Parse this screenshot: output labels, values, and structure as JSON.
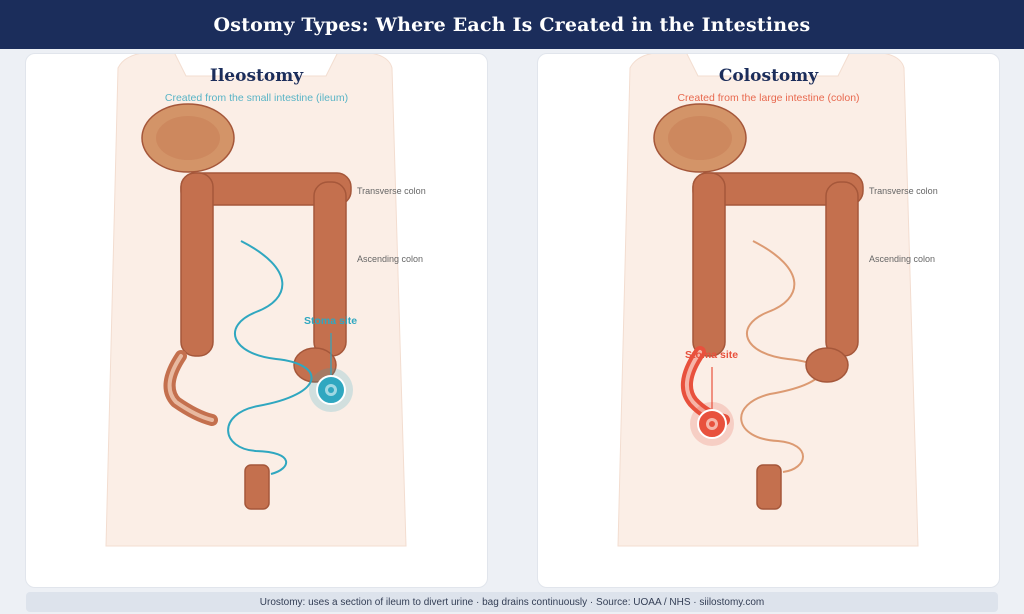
{
  "header": {
    "title": "Ostomy Types: Where Each Is Created in the Intestines"
  },
  "colors": {
    "header_bg": "#1b2d5b",
    "bowel": "#c4704e",
    "bowel_outline": "#a5573a",
    "stomach": "#d39468",
    "torso": "#fbeee6",
    "ileostomy_accent": "#2fa7c0",
    "colostomy_accent": "#e8513d",
    "small_intestine_colostomy": "#dc9a72"
  },
  "panels": {
    "ileostomy": {
      "title": "Ileostomy",
      "subtitle": "Created from the small intestine (ileum)",
      "label_transverse": "Transverse colon",
      "label_ascending": "Ascending colon",
      "label_stoma": "Stoma site"
    },
    "colostomy": {
      "title": "Colostomy",
      "subtitle": "Created from the large intestine (colon)",
      "label_transverse": "Transverse colon",
      "label_ascending": "Ascending colon",
      "label_stoma": "Stoma site"
    }
  },
  "footer": {
    "text": "Urostomy: uses a section of ileum to divert urine · bag drains continuously · Source: UOAA / NHS · siilostomy.com"
  }
}
